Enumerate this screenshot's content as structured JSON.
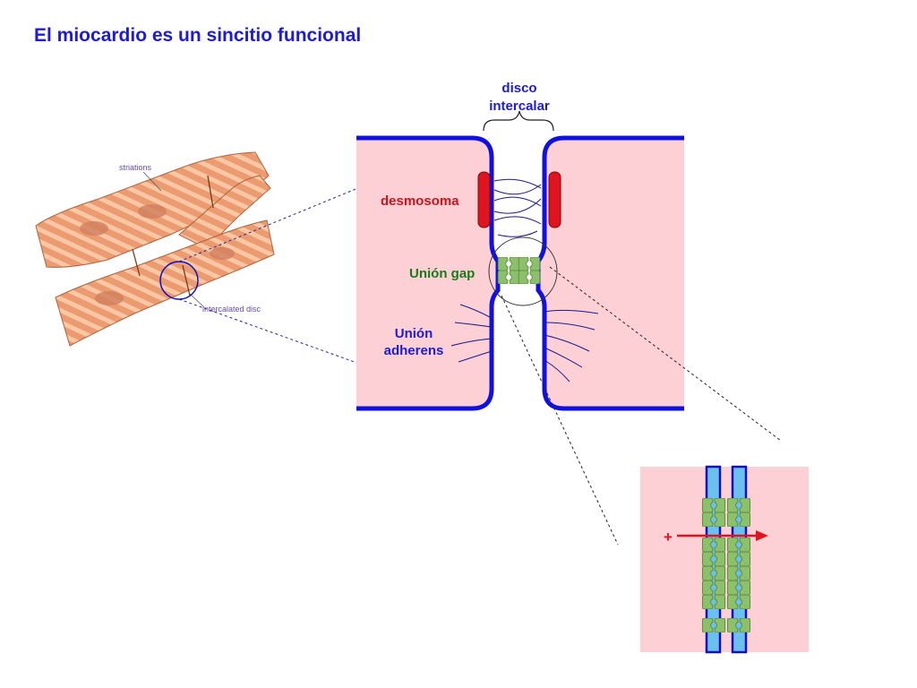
{
  "title": "El miocardio es un sincitio funcional",
  "labels": {
    "disco_line1": "disco",
    "disco_line2": "intercalar",
    "desmosoma": "desmosoma",
    "union_gap": "Unión gap",
    "union_adherens_line1": "Unión",
    "union_adherens_line2": "adherens",
    "striations": "striations",
    "intercalated_disc": "intercalated disc",
    "plus_sign": "+"
  },
  "colors": {
    "title": "#1d1bd6",
    "membrane": "#1010e0",
    "cytoplasm": "#fcd0d4",
    "desmosoma": "#e0141e",
    "gap_connexon": "#8cc06a",
    "union_gap_text": "#1a7a1a",
    "union_adherens_text": "#1d1bd6",
    "arrow": "#e0141e",
    "muscle": "#ec9a70"
  },
  "icons": {
    "current_arrow": "arrow-right-icon"
  }
}
